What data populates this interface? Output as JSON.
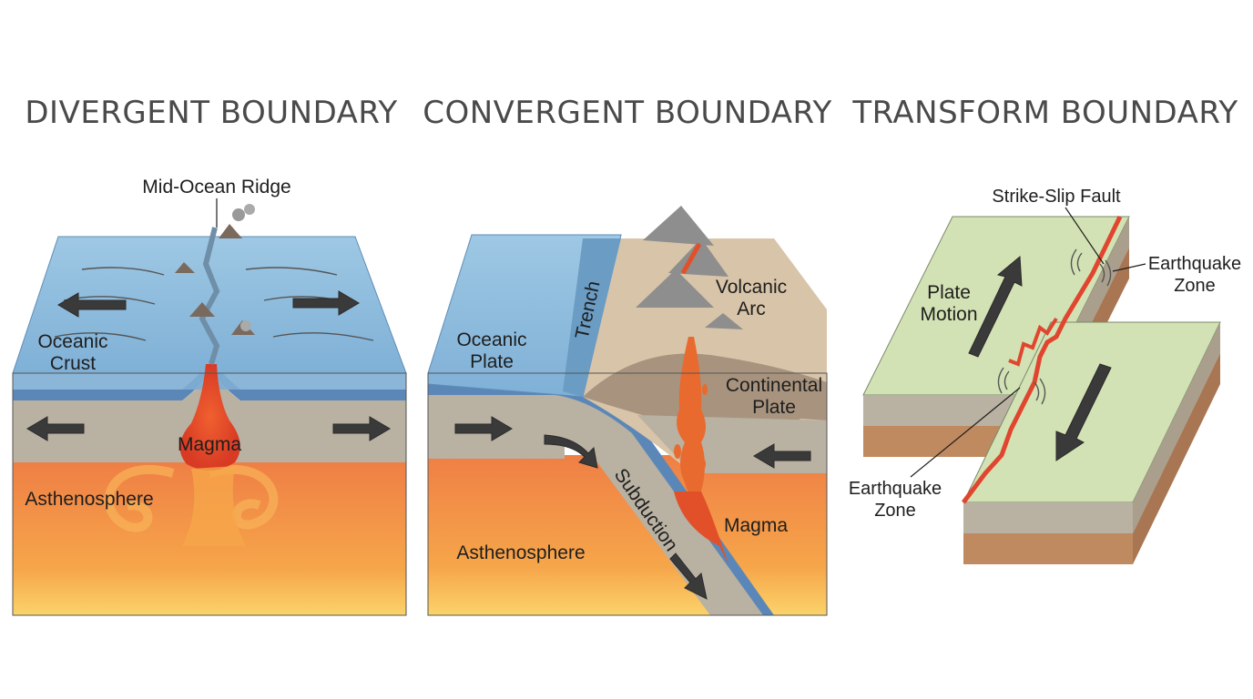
{
  "panels": {
    "divergent": {
      "title": "DIVERGENT BOUNDARY",
      "labels": {
        "ridge": "Mid-Ocean Ridge",
        "crust_1": "Oceanic",
        "crust_2": "Crust",
        "magma": "Magma",
        "asthenosphere": "Asthenosphere"
      }
    },
    "convergent": {
      "title": "CONVERGENT BOUNDARY",
      "labels": {
        "trench": "Trench",
        "plate_1": "Oceanic",
        "plate_2": "Plate",
        "arc_1": "Volcanic",
        "arc_2": "Arc",
        "continental_1": "Continental",
        "continental_2": "Plate",
        "subduction": "Subduction",
        "magma": "Magma",
        "asthenosphere": "Asthenosphere"
      }
    },
    "transform": {
      "title": "TRANSFORM BOUNDARY",
      "labels": {
        "fault": "Strike-Slip Fault",
        "motion_1": "Plate",
        "motion_2": "Motion",
        "quake_right_1": "Earthquake",
        "quake_right_2": "Zone",
        "quake_left_1": "Earthquake",
        "quake_left_2": "Zone"
      }
    }
  },
  "colors": {
    "ocean": "#8dbbdc",
    "ocean_dark": "#6a9cc4",
    "crust_blue": "#5b87b8",
    "lithosphere": "#b9b1a2",
    "asthenosphere": "#f0864a",
    "magma": "#e24a2a",
    "continent": "#d8c4a8",
    "transform_top": "#d3e2b4",
    "transform_soil": "#c08a60",
    "fault": "#e0462f"
  }
}
